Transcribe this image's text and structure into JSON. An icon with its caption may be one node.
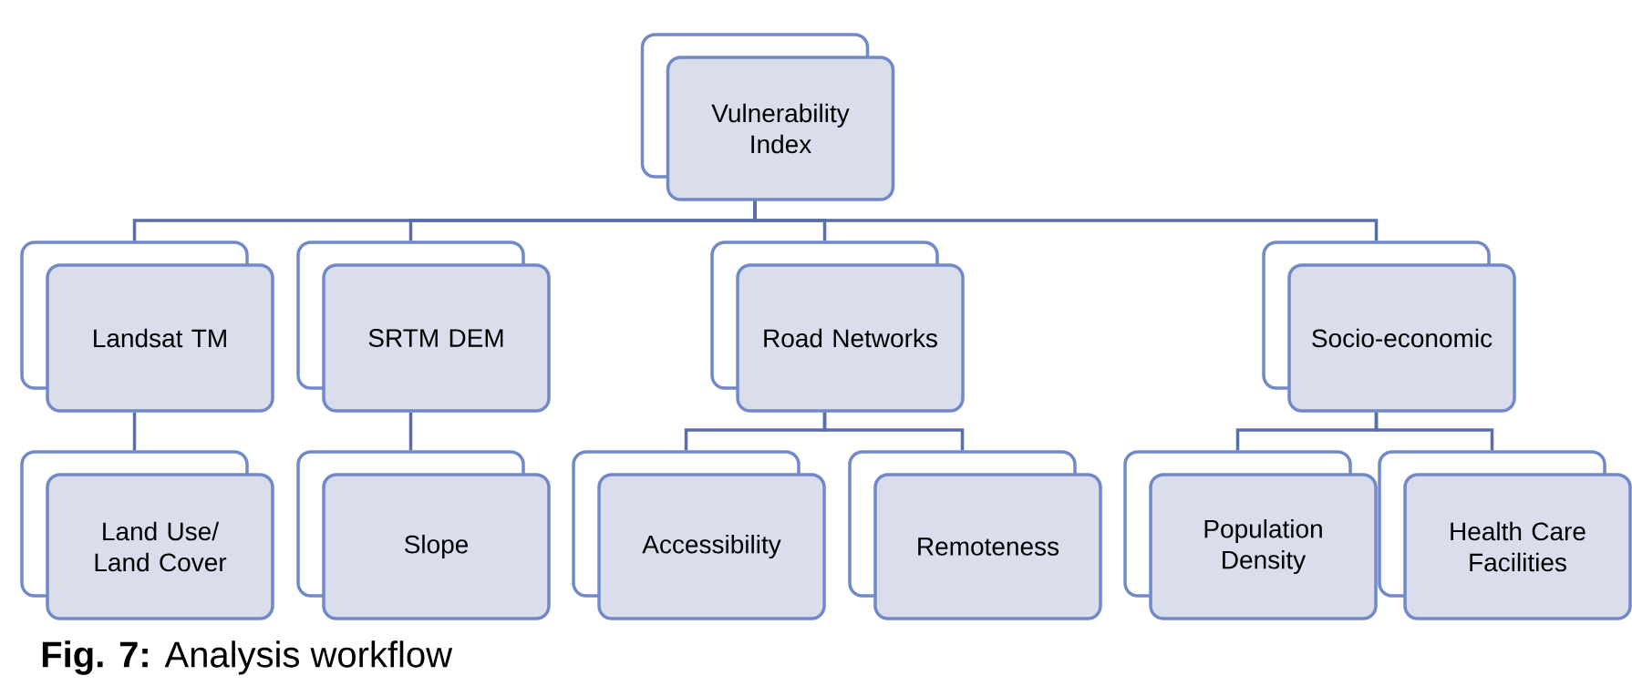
{
  "diagram": {
    "caption": "**Fig. 7:** Analysis workflow",
    "nodes": [
      {
        "text": [
          "Vulnerability Index"
        ]
      },
      {
        "text": [
          "Landsat TM"
        ]
      },
      {
        "text": [
          "SRTM DEM"
        ]
      },
      {
        "text": [
          "Road Networks"
        ]
      },
      {
        "text": [
          "Socio-economic"
        ]
      },
      {
        "text": [
          "Land Use/ Land Cover"
        ]
      },
      {
        "text": [
          "Slope"
        ]
      },
      {
        "text": [
          "Accessibility"
        ]
      },
      {
        "text": [
          "Remoteness"
        ]
      },
      {
        "text": [
          "Population Density"
        ]
      },
      {
        "text": [
          "Health Care Facilities"
        ]
      }
    ],
    "edges": [
      {
        "from": 0,
        "to": 1,
        "arrow": "none"
      },
      {
        "from": 0,
        "to": 2,
        "arrow": "none"
      },
      {
        "from": 0,
        "to": 3,
        "arrow": "none"
      },
      {
        "from": 0,
        "to": 4,
        "arrow": "none"
      },
      {
        "from": 1,
        "to": 5,
        "arrow": "none"
      },
      {
        "from": 2,
        "to": 6,
        "arrow": "none"
      },
      {
        "from": 3,
        "to": 7,
        "arrow": "none"
      },
      {
        "from": 3,
        "to": 8,
        "arrow": "none"
      },
      {
        "from": 4,
        "to": 9,
        "arrow": "none"
      },
      {
        "from": 4,
        "to": 10,
        "arrow": "none"
      }
    ]
  }
}
